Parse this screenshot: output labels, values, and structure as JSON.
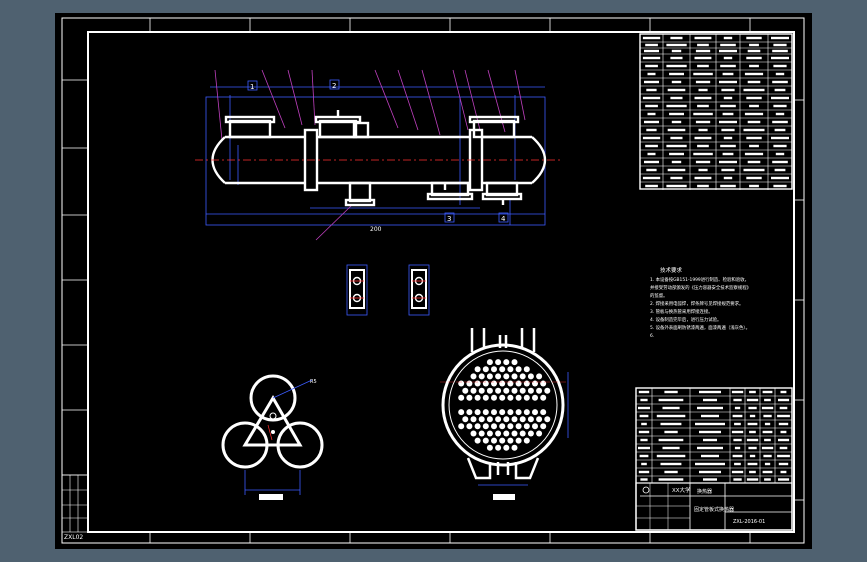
{
  "colors": {
    "viewport_bg": "#4f6170",
    "sheet": "#000000",
    "frame": "#ffffff",
    "dimension": "#3c5cff",
    "leader": "#c040c0",
    "centerline": "#ff3030",
    "equipment": "#ffffff"
  },
  "drawing": {
    "corner_stamp": "ZXL02",
    "view_label_a": "1",
    "view_label_b": "2",
    "view_label_c": "3",
    "view_label_d": "4",
    "overall_dim": "200",
    "radius_dim": "R5"
  },
  "title_block": {
    "school": "XX大学",
    "project": "换热器",
    "drawing_name": "固定管板式换热器",
    "drawing_no": "ZXL-2016-01"
  },
  "notes": {
    "heading": "技术要求",
    "lines": [
      "1. 本设备按GB151-1999进行制造、检验和验收，",
      "并接受劳动部颁发的《压力容器安全技术监察规程》",
      "的监督。",
      "2. 焊接采用电弧焊，焊条牌号见焊接规范要求。",
      "3. 管板与换热管采用焊接连接。",
      "4. 设备制造完毕后，进行压力试验。",
      "5. 设备外表面刷防锈漆两遍，面漆两遍（浅灰色）。",
      "6."
    ]
  }
}
